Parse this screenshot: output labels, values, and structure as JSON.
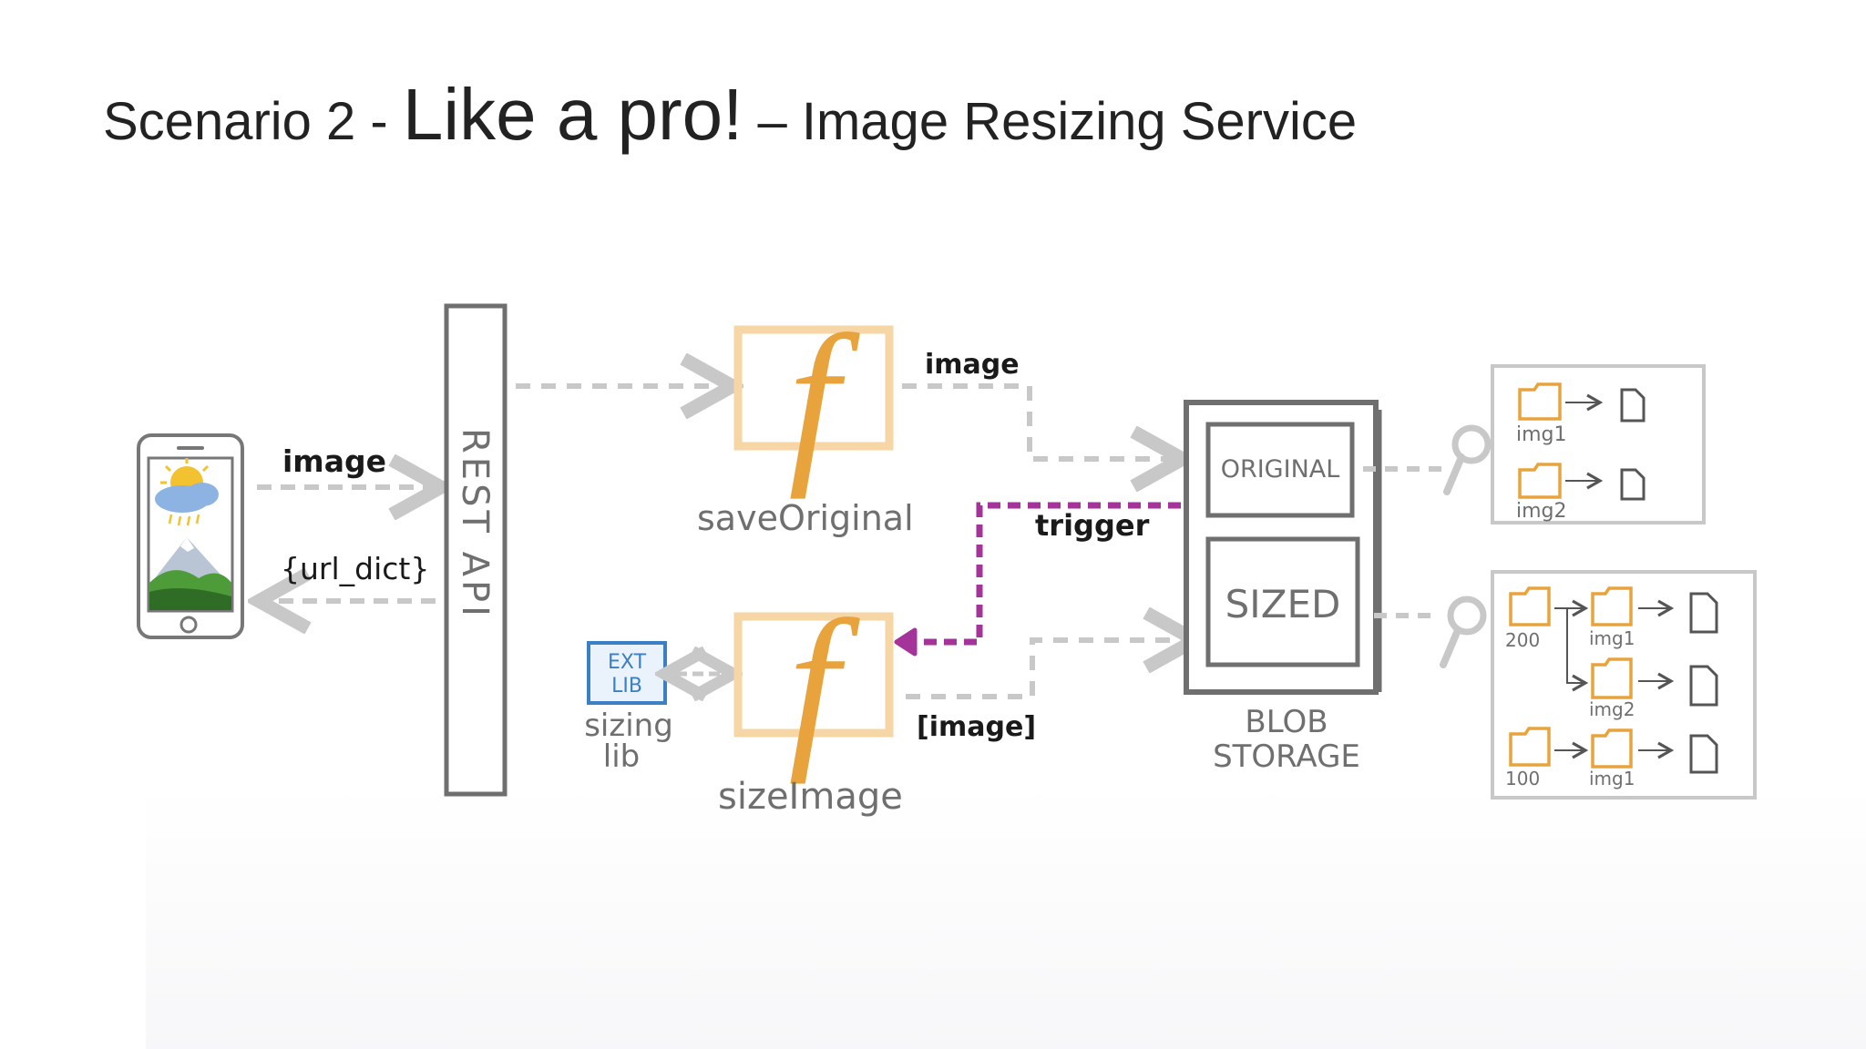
{
  "title": {
    "prefix": "Scenario 2 - ",
    "emphasis": "Like a pro!",
    "suffix": " – Image Resizing Service"
  },
  "diagram": {
    "rest_api": "REST API",
    "arrow_image_in": "image",
    "arrow_url_dict": "{url_dict}",
    "func_save": "saveOriginal",
    "func_size": "sizeImage",
    "func_symbol": "f",
    "arrow_image_out": "image",
    "arrow_image_list": "[image]",
    "trigger": "trigger",
    "ext_lib_line1": "EXT",
    "ext_lib_line2": "LIB",
    "sizing_lib_line1": "sizing",
    "sizing_lib_line2": "lib",
    "container_original": "ORIGINAL",
    "container_sized": "SIZED",
    "storage_line1": "BLOB",
    "storage_line2": "STORAGE",
    "orig_img1": "img1",
    "orig_img2": "img2",
    "sized_folder_200": "200",
    "sized_folder_100": "100",
    "sized_img1": "img1",
    "sized_img2": "img2",
    "sized_img1b": "img1"
  },
  "colors": {
    "gray": "#6f6f6f",
    "dash_gray": "#c8c8c8",
    "orange": "#e8a33d",
    "orange_light": "#f6d6a4",
    "purple": "#a5349a",
    "blue": "#3b7fc4"
  }
}
